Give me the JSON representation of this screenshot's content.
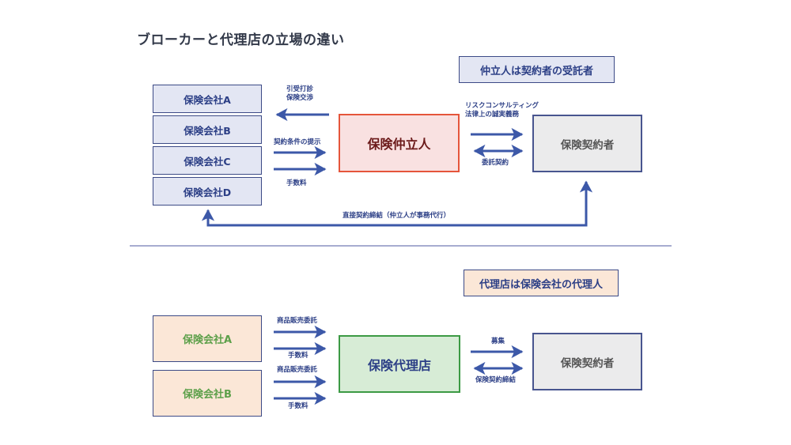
{
  "title": "ブローカーと代理店の立場の違い",
  "broker_section": {
    "note": "仲立人は契約者の受託者",
    "insurers": [
      "保険会社A",
      "保険会社B",
      "保険会社C",
      "保険会社D"
    ],
    "center": "保険仲立人",
    "holder": "保険契約者",
    "labels": {
      "left_top_line1": "引受打診",
      "left_top_line2": "保険交渉",
      "left_mid": "契約条件の提示",
      "left_bottom": "手数料",
      "right_top_line1": "リスクコンサルティング",
      "right_top_line2": "法律上の誠実義務",
      "right_bottom": "委託契約",
      "direct": "直接契約締結（仲立人が事務代行）"
    }
  },
  "agency_section": {
    "note": "代理店は保険会社の代理人",
    "insurers": [
      "保険会社A",
      "保険会社B"
    ],
    "center": "保険代理店",
    "holder": "保険契約者",
    "labels": {
      "a_top": "商品販売委託",
      "a_bottom": "手数料",
      "b_top": "商品販売委託",
      "b_bottom": "手数料",
      "right_top": "募集",
      "right_bottom": "保険契約締結"
    }
  },
  "colors": {
    "arrow": "#3c58a8",
    "broker_border": "#e5553b",
    "agency_border": "#3c9a44",
    "navy_text": "#2c3f86"
  }
}
